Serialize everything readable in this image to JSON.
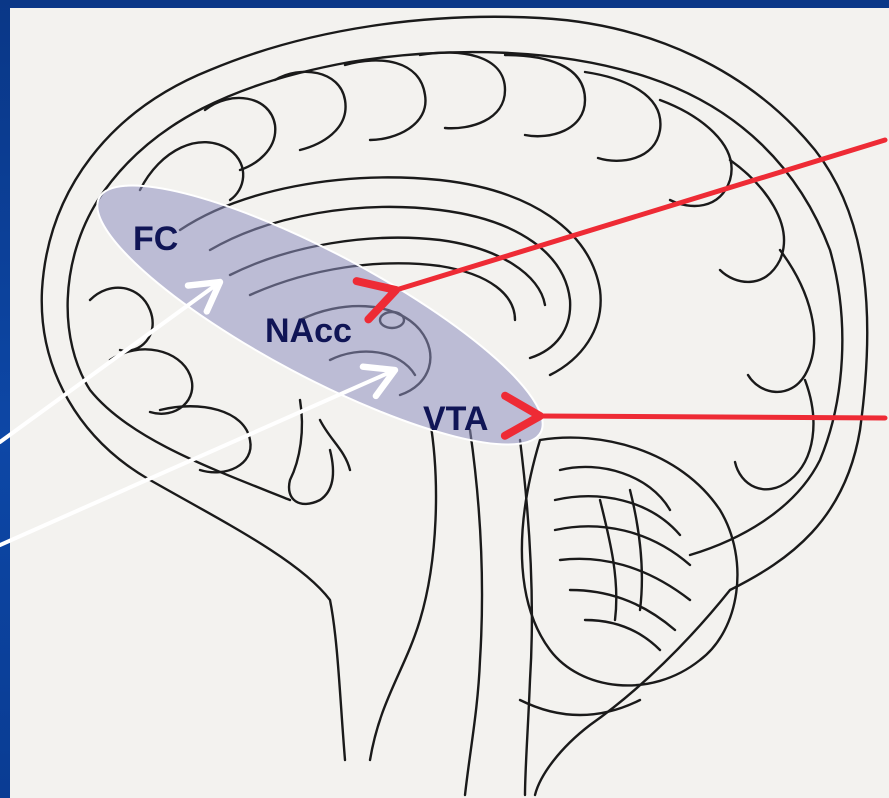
{
  "labels": {
    "fc": "FC",
    "nacc": "NAcc",
    "vta": "VTA"
  },
  "colors": {
    "background": "#0b3a8f",
    "drawing_paper": "#f3f2ef",
    "pathway_fill": "#8e8fc0",
    "label_text": "#101556",
    "red_arrow": "#ee2b35",
    "white_arrow": "#ffffff",
    "line_art": "#1a1a1a"
  },
  "icons": {
    "brain": "brain-sagittal-drawing",
    "arrows": [
      "red-arrow-to-nacc",
      "red-arrow-to-vta",
      "white-arrow-to-fc",
      "white-arrow-to-nacc"
    ]
  }
}
